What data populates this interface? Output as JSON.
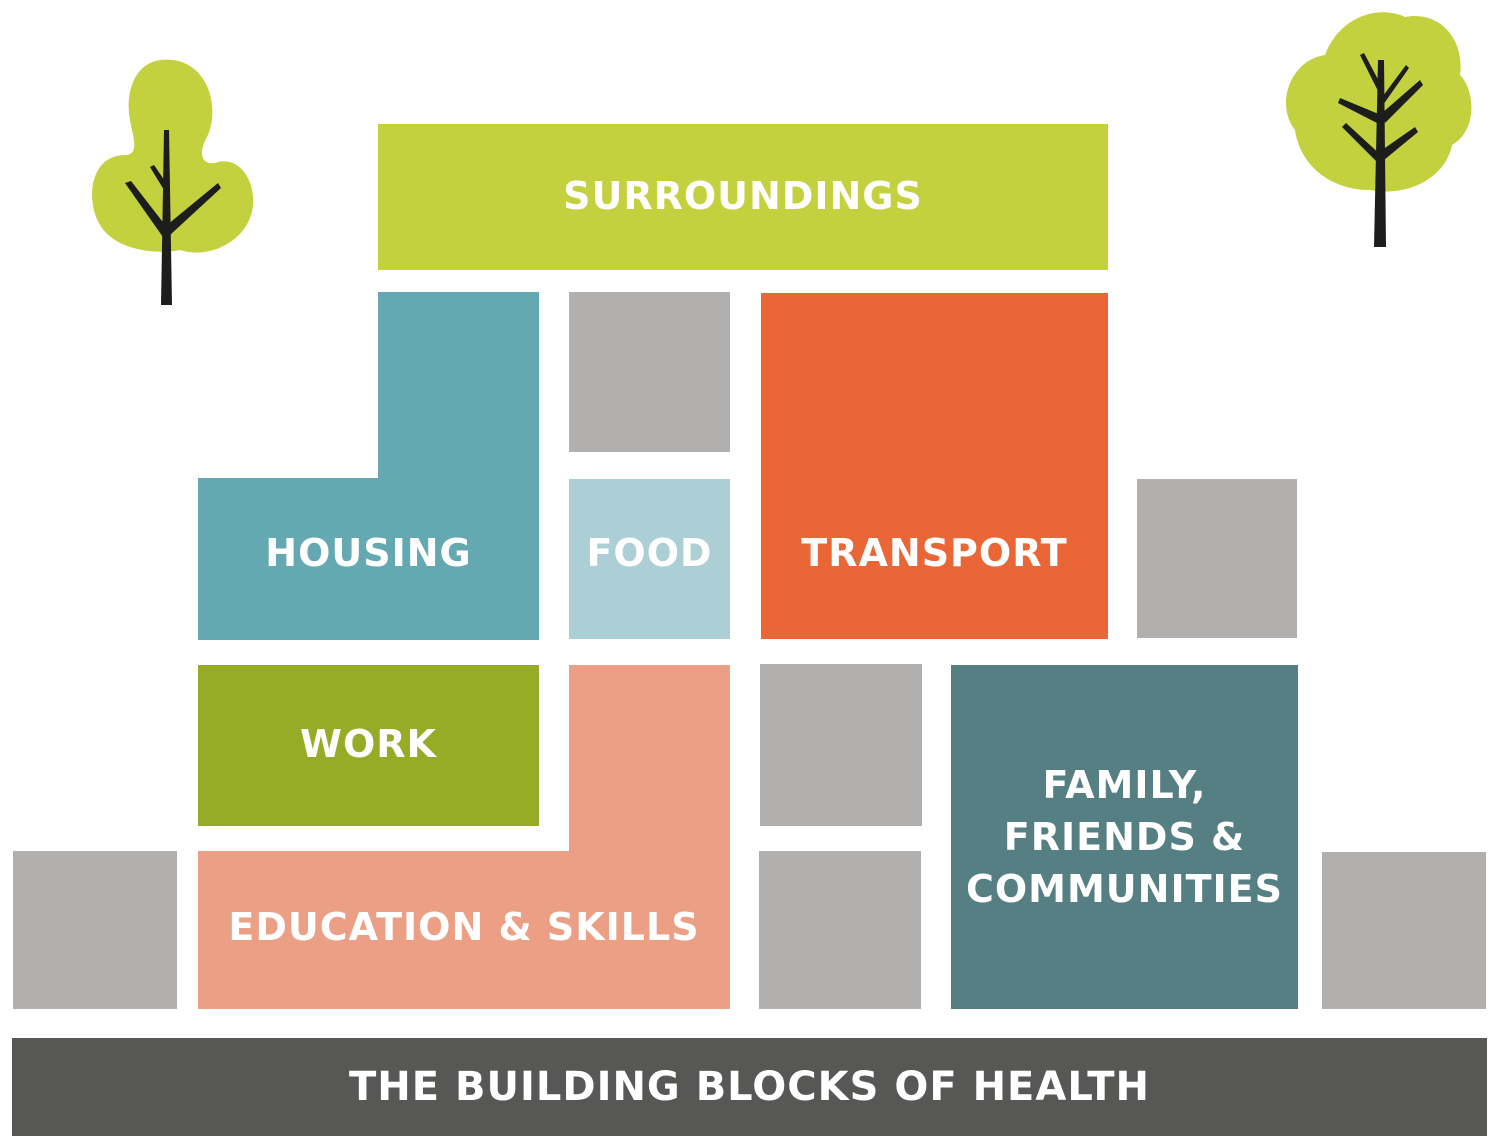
{
  "colors": {
    "surroundings": "#c2d13d",
    "housing": "#64a9b1",
    "food": "#abcfd4",
    "transport": "#ea6637",
    "work": "#96ac26",
    "education": "#eba085",
    "family": "#567f83",
    "gray_block": "#b1b0ae",
    "footer": "#575756",
    "tree_foliage": "#c2d13d",
    "tree_trunk": "#1d1d1b"
  },
  "blocks": {
    "surroundings": "SURROUNDINGS",
    "housing": "HOUSING",
    "food": "FOOD",
    "transport": "TRANSPORT",
    "work": "WORK",
    "education": "EDUCATION & SKILLS",
    "family": [
      "FAMILY,",
      "FRIENDS &",
      "COMMUNITIES"
    ]
  },
  "footer": {
    "title": "THE BUILDING BLOCKS OF HEALTH"
  },
  "icons": {
    "left_tree": "tree-icon",
    "right_tree": "tree-icon"
  }
}
